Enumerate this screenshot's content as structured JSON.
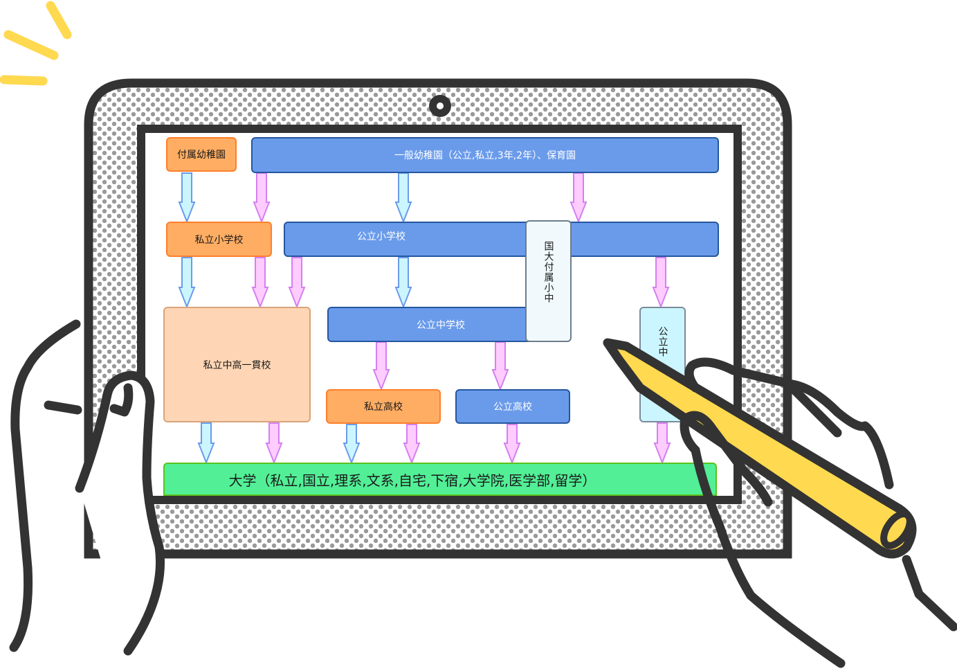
{
  "scene": {
    "description": "Illustration of hands holding a tablet with a stylus, showing a Japanese school system flowchart",
    "colors": {
      "outline": "#333333",
      "bezel_dots": "#999999",
      "pen_yellow": "#ffd94f",
      "spark_yellow": "#ffd94f"
    }
  },
  "flowchart": {
    "nodes": {
      "fuzoku_yochien": "付属幼稚園",
      "ippan_yochien": "一般幼稚園（公立,私立,3年,2年）、保育園",
      "shiritsu_shogakko": "私立小学校",
      "koritsu_shogakko": "公立小学校",
      "kokudai_fuzoku": "国大付属小中",
      "shiritsu_chuko_ikkan": "私立中高一貫校",
      "koritsu_chugakko": "公立中学校",
      "koritsu_chuko": "公立中",
      "shiritsu_koko": "私立高校",
      "koritsu_koko": "公立高校",
      "daigaku": "大学（私立,国立,理系,文系,自宅,下宿,大学院,医学部,留学）"
    },
    "arrow_colors": {
      "cyan_fill": "#ccf6ff",
      "cyan_stroke": "#6a9bea",
      "pink_fill": "#ffccff",
      "pink_stroke": "#d47ff0"
    },
    "edges": [
      {
        "from": "fuzoku_yochien",
        "to": "shiritsu_shogakko",
        "style": "cyan"
      },
      {
        "from": "ippan_yochien",
        "to": "shiritsu_shogakko",
        "style": "pink"
      },
      {
        "from": "ippan_yochien",
        "to": "koritsu_shogakko",
        "style": "cyan"
      },
      {
        "from": "ippan_yochien",
        "to": "koritsu_shogakko",
        "style": "pink"
      },
      {
        "from": "shiritsu_shogakko",
        "to": "shiritsu_chuko_ikkan",
        "style": "cyan"
      },
      {
        "from": "shiritsu_shogakko",
        "to": "shiritsu_chuko_ikkan",
        "style": "pink"
      },
      {
        "from": "koritsu_shogakko",
        "to": "shiritsu_chuko_ikkan",
        "style": "pink"
      },
      {
        "from": "koritsu_shogakko",
        "to": "koritsu_chugakko",
        "style": "cyan"
      },
      {
        "from": "koritsu_shogakko",
        "to": "koritsu_chuko",
        "style": "pink"
      },
      {
        "from": "koritsu_chugakko",
        "to": "shiritsu_koko",
        "style": "pink"
      },
      {
        "from": "koritsu_chugakko",
        "to": "koritsu_koko",
        "style": "pink"
      },
      {
        "from": "shiritsu_chuko_ikkan",
        "to": "daigaku",
        "style": "cyan"
      },
      {
        "from": "shiritsu_chuko_ikkan",
        "to": "daigaku",
        "style": "pink"
      },
      {
        "from": "shiritsu_koko",
        "to": "daigaku",
        "style": "cyan"
      },
      {
        "from": "shiritsu_koko",
        "to": "daigaku",
        "style": "pink"
      },
      {
        "from": "koritsu_koko",
        "to": "daigaku",
        "style": "pink"
      },
      {
        "from": "koritsu_chuko",
        "to": "daigaku",
        "style": "pink"
      }
    ]
  }
}
